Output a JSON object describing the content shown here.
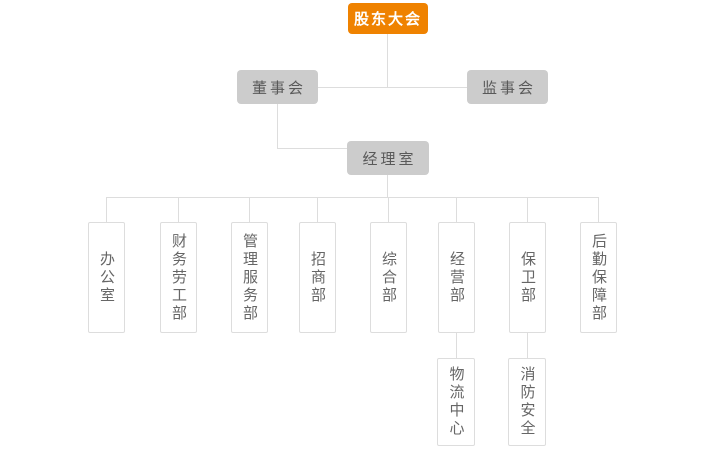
{
  "org": {
    "root": {
      "label": "股东大会"
    },
    "level2": [
      {
        "label": "董事会"
      },
      {
        "label": "监事会"
      }
    ],
    "level3": {
      "label": "经理室"
    },
    "departments": [
      {
        "label": "办公室"
      },
      {
        "label": "财务劳工部"
      },
      {
        "label": "管理服务部"
      },
      {
        "label": "招商部"
      },
      {
        "label": "综合部"
      },
      {
        "label": "经营部"
      },
      {
        "label": "保卫部"
      },
      {
        "label": "后勤保障部"
      }
    ],
    "children": [
      {
        "label": "物流中心",
        "parent_label": "经营部"
      },
      {
        "label": "消防安全",
        "parent_label": "保卫部"
      }
    ]
  },
  "colors": {
    "background": "#ffffff",
    "root_bg": "#ef8200",
    "root_text": "#ffffff",
    "mid_bg": "#cccccc",
    "mid_text": "#595959",
    "leaf_border": "#dddddd",
    "leaf_text": "#666666",
    "line": "#dddddd"
  }
}
